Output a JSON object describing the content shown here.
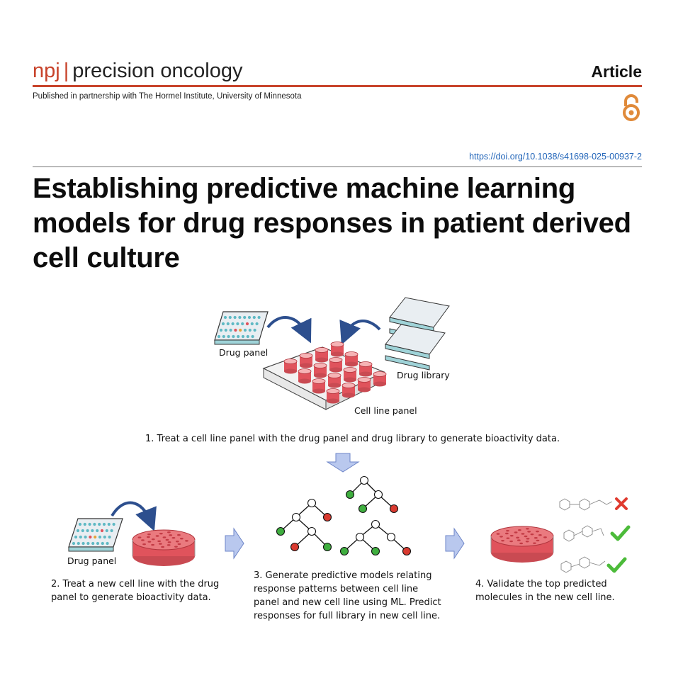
{
  "header": {
    "journal_prefix": "npj",
    "journal_separator": "|",
    "journal_name": "precision oncology",
    "article_type": "Article",
    "partnership": "Published in partnership with The Hormel Institute, University of Minnesota",
    "open_access_icon": "open-access-lock-icon",
    "accent_color": "#c8432b"
  },
  "doi": "https://doi.org/10.1038/s41698-025-00937-2",
  "title": "Establishing predictive machine learning models for drug responses in patient derived cell culture",
  "figure": {
    "labels": {
      "drug_panel_top": "Drug panel",
      "drug_library": "Drug library",
      "cell_line_panel": "Cell line panel",
      "drug_panel_bottom": "Drug panel"
    },
    "steps": {
      "step1": "1. Treat a cell line panel with the drug panel and drug library to generate bioactivity data.",
      "step2": "2. Treat a new cell line with the drug panel to generate bioactivity data.",
      "step3": "3. Generate predictive models relating response patterns between cell line panel and new cell line using ML. Predict responses for full library in new cell line.",
      "step4": "4. Validate the top predicted molecules in the new cell line."
    },
    "colors": {
      "arrow_fill": "#b9c8ee",
      "curved_arrow": "#2d4f8e",
      "well_red": "#e0535c",
      "plate_teal": "#9fd3d8",
      "node_green": "#3fae3f",
      "node_red": "#d93a30",
      "cross_red": "#e03a2f",
      "check_green": "#4cbb3a"
    },
    "result_icons": [
      "cross-icon",
      "check-icon",
      "check-icon"
    ]
  }
}
